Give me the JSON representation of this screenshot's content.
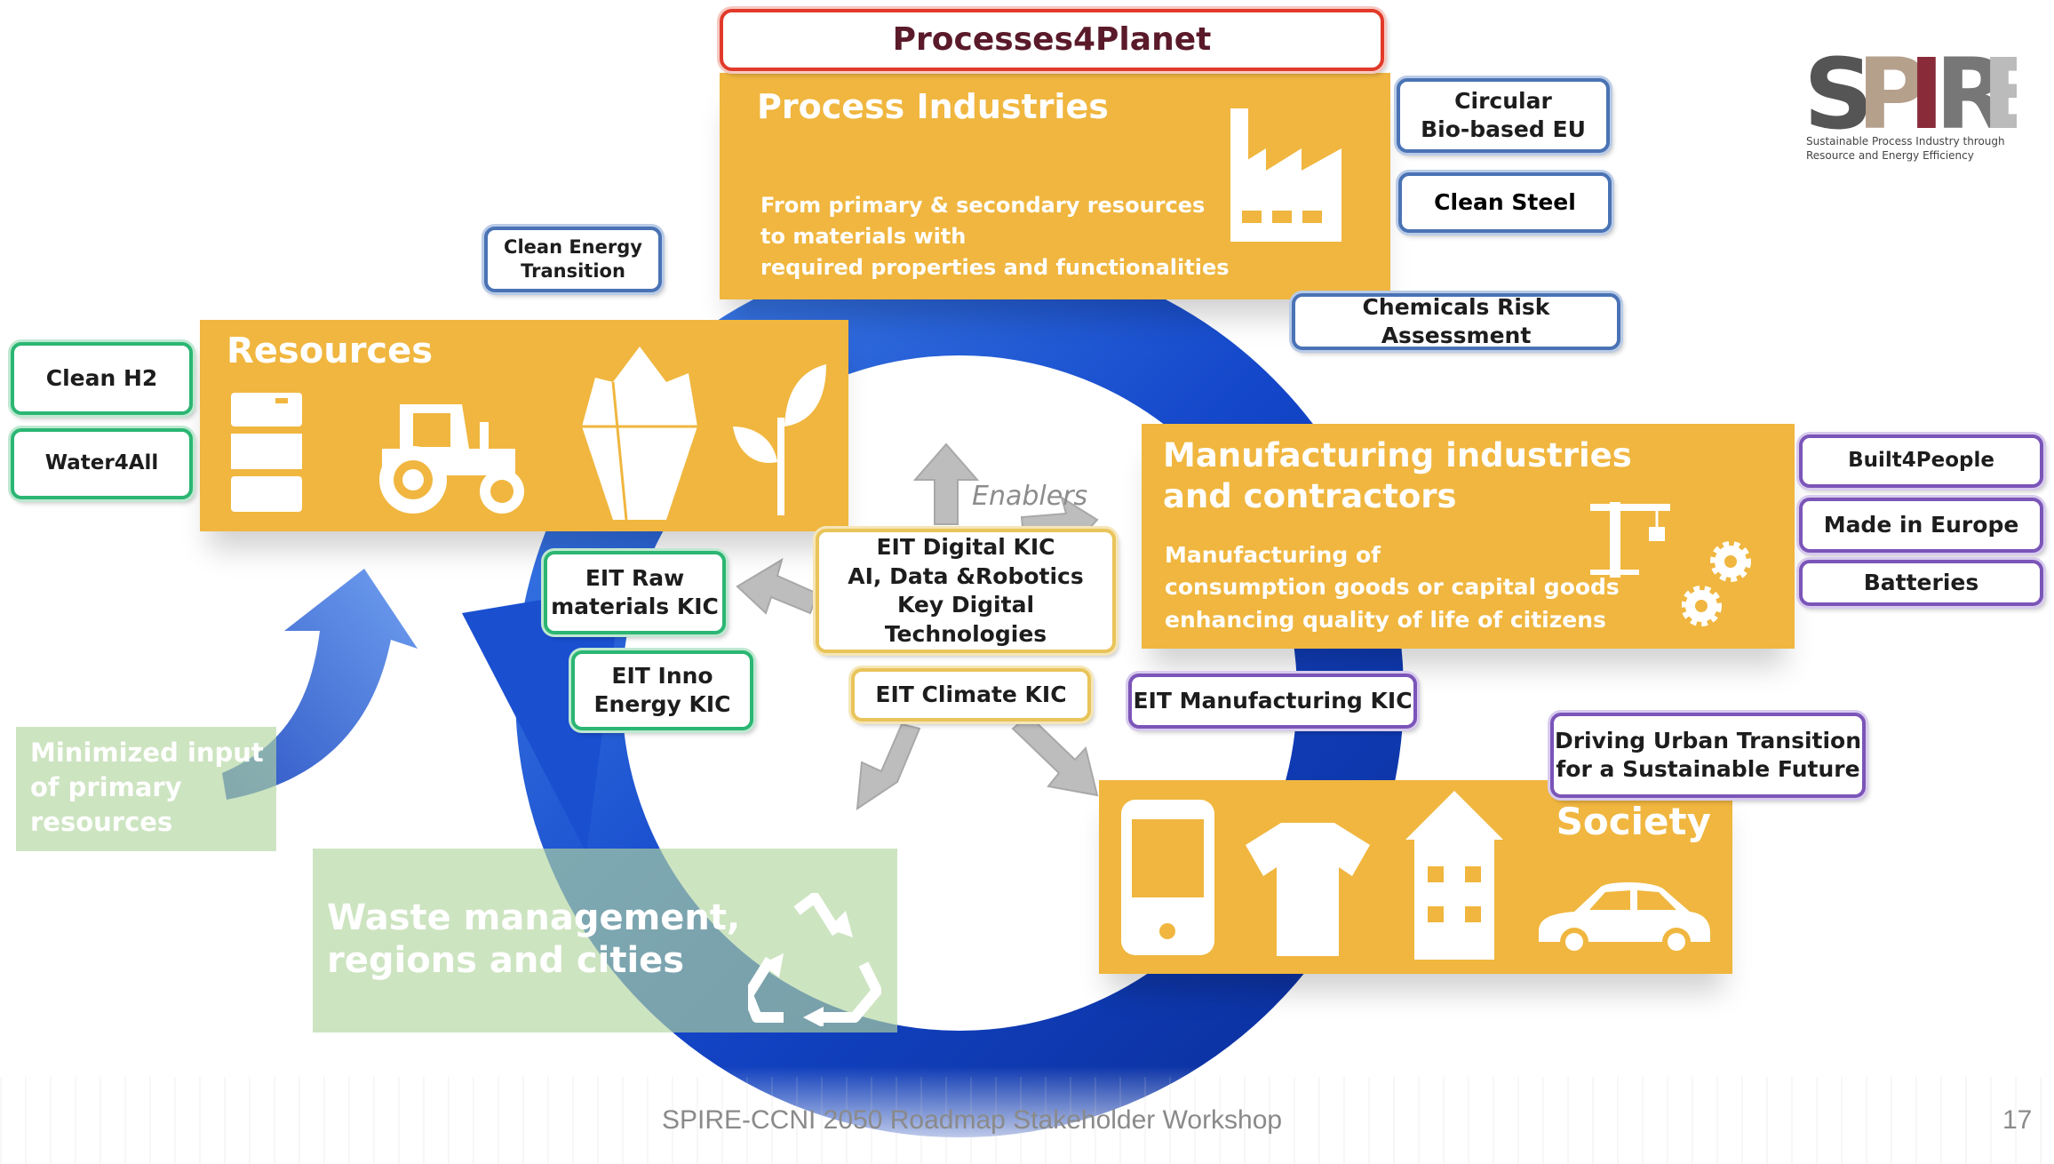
{
  "header": {
    "title": "Processes4Planet"
  },
  "logo": {
    "text": "SPIRE",
    "tagline_1": "Sustainable Process Industry through",
    "tagline_2": "Resource and Energy Efficiency"
  },
  "panels": {
    "process": {
      "title": "Process Industries",
      "text": "From primary & secondary resources\nto materials with\nrequired properties and functionalities"
    },
    "resources": {
      "title": "Resources"
    },
    "manufacturing": {
      "title_1": "Manufacturing industries",
      "title_2": "and contractors",
      "text": "Manufacturing of\nconsumption goods or capital goods\nenhancing quality of life of citizens"
    },
    "society": {
      "title": "Society"
    },
    "waste": {
      "text_1": "Waste management,",
      "text_2": "regions and cities"
    },
    "minimized": {
      "text": "Minimized input\nof primary\nresources"
    }
  },
  "enablers_label": "Enablers",
  "tags": {
    "circular": "Circular\nBio-based EU",
    "clean_steel": "Clean Steel",
    "chemicals": "Chemicals Risk Assessment",
    "clean_energy": "Clean Energy\nTransition",
    "clean_h2": "Clean H2",
    "water4all": "Water4All",
    "eit_raw": "EIT Raw\nmaterials KIC",
    "eit_inno": "EIT Inno\nEnergy KIC",
    "eit_digital": "EIT Digital KIC\nAI, Data &Robotics\nKey Digital Technologies",
    "eit_climate": "EIT Climate KIC",
    "eit_manufacturing": "EIT Manufacturing KIC",
    "built4people": "Built4People",
    "made_in_europe": "Made in Europe",
    "batteries": "Batteries",
    "urban": "Driving Urban Transition\nfor a Sustainable Future"
  },
  "footer": {
    "text": "SPIRE-CCNI 2050 Roadmap Stakeholder Workshop",
    "page": "17"
  },
  "colors": {
    "orange": "#f0b63f",
    "blue_ring": "#1f5fd6",
    "green_panel": "#b2d6a0",
    "red_border": "#e13a2a"
  }
}
